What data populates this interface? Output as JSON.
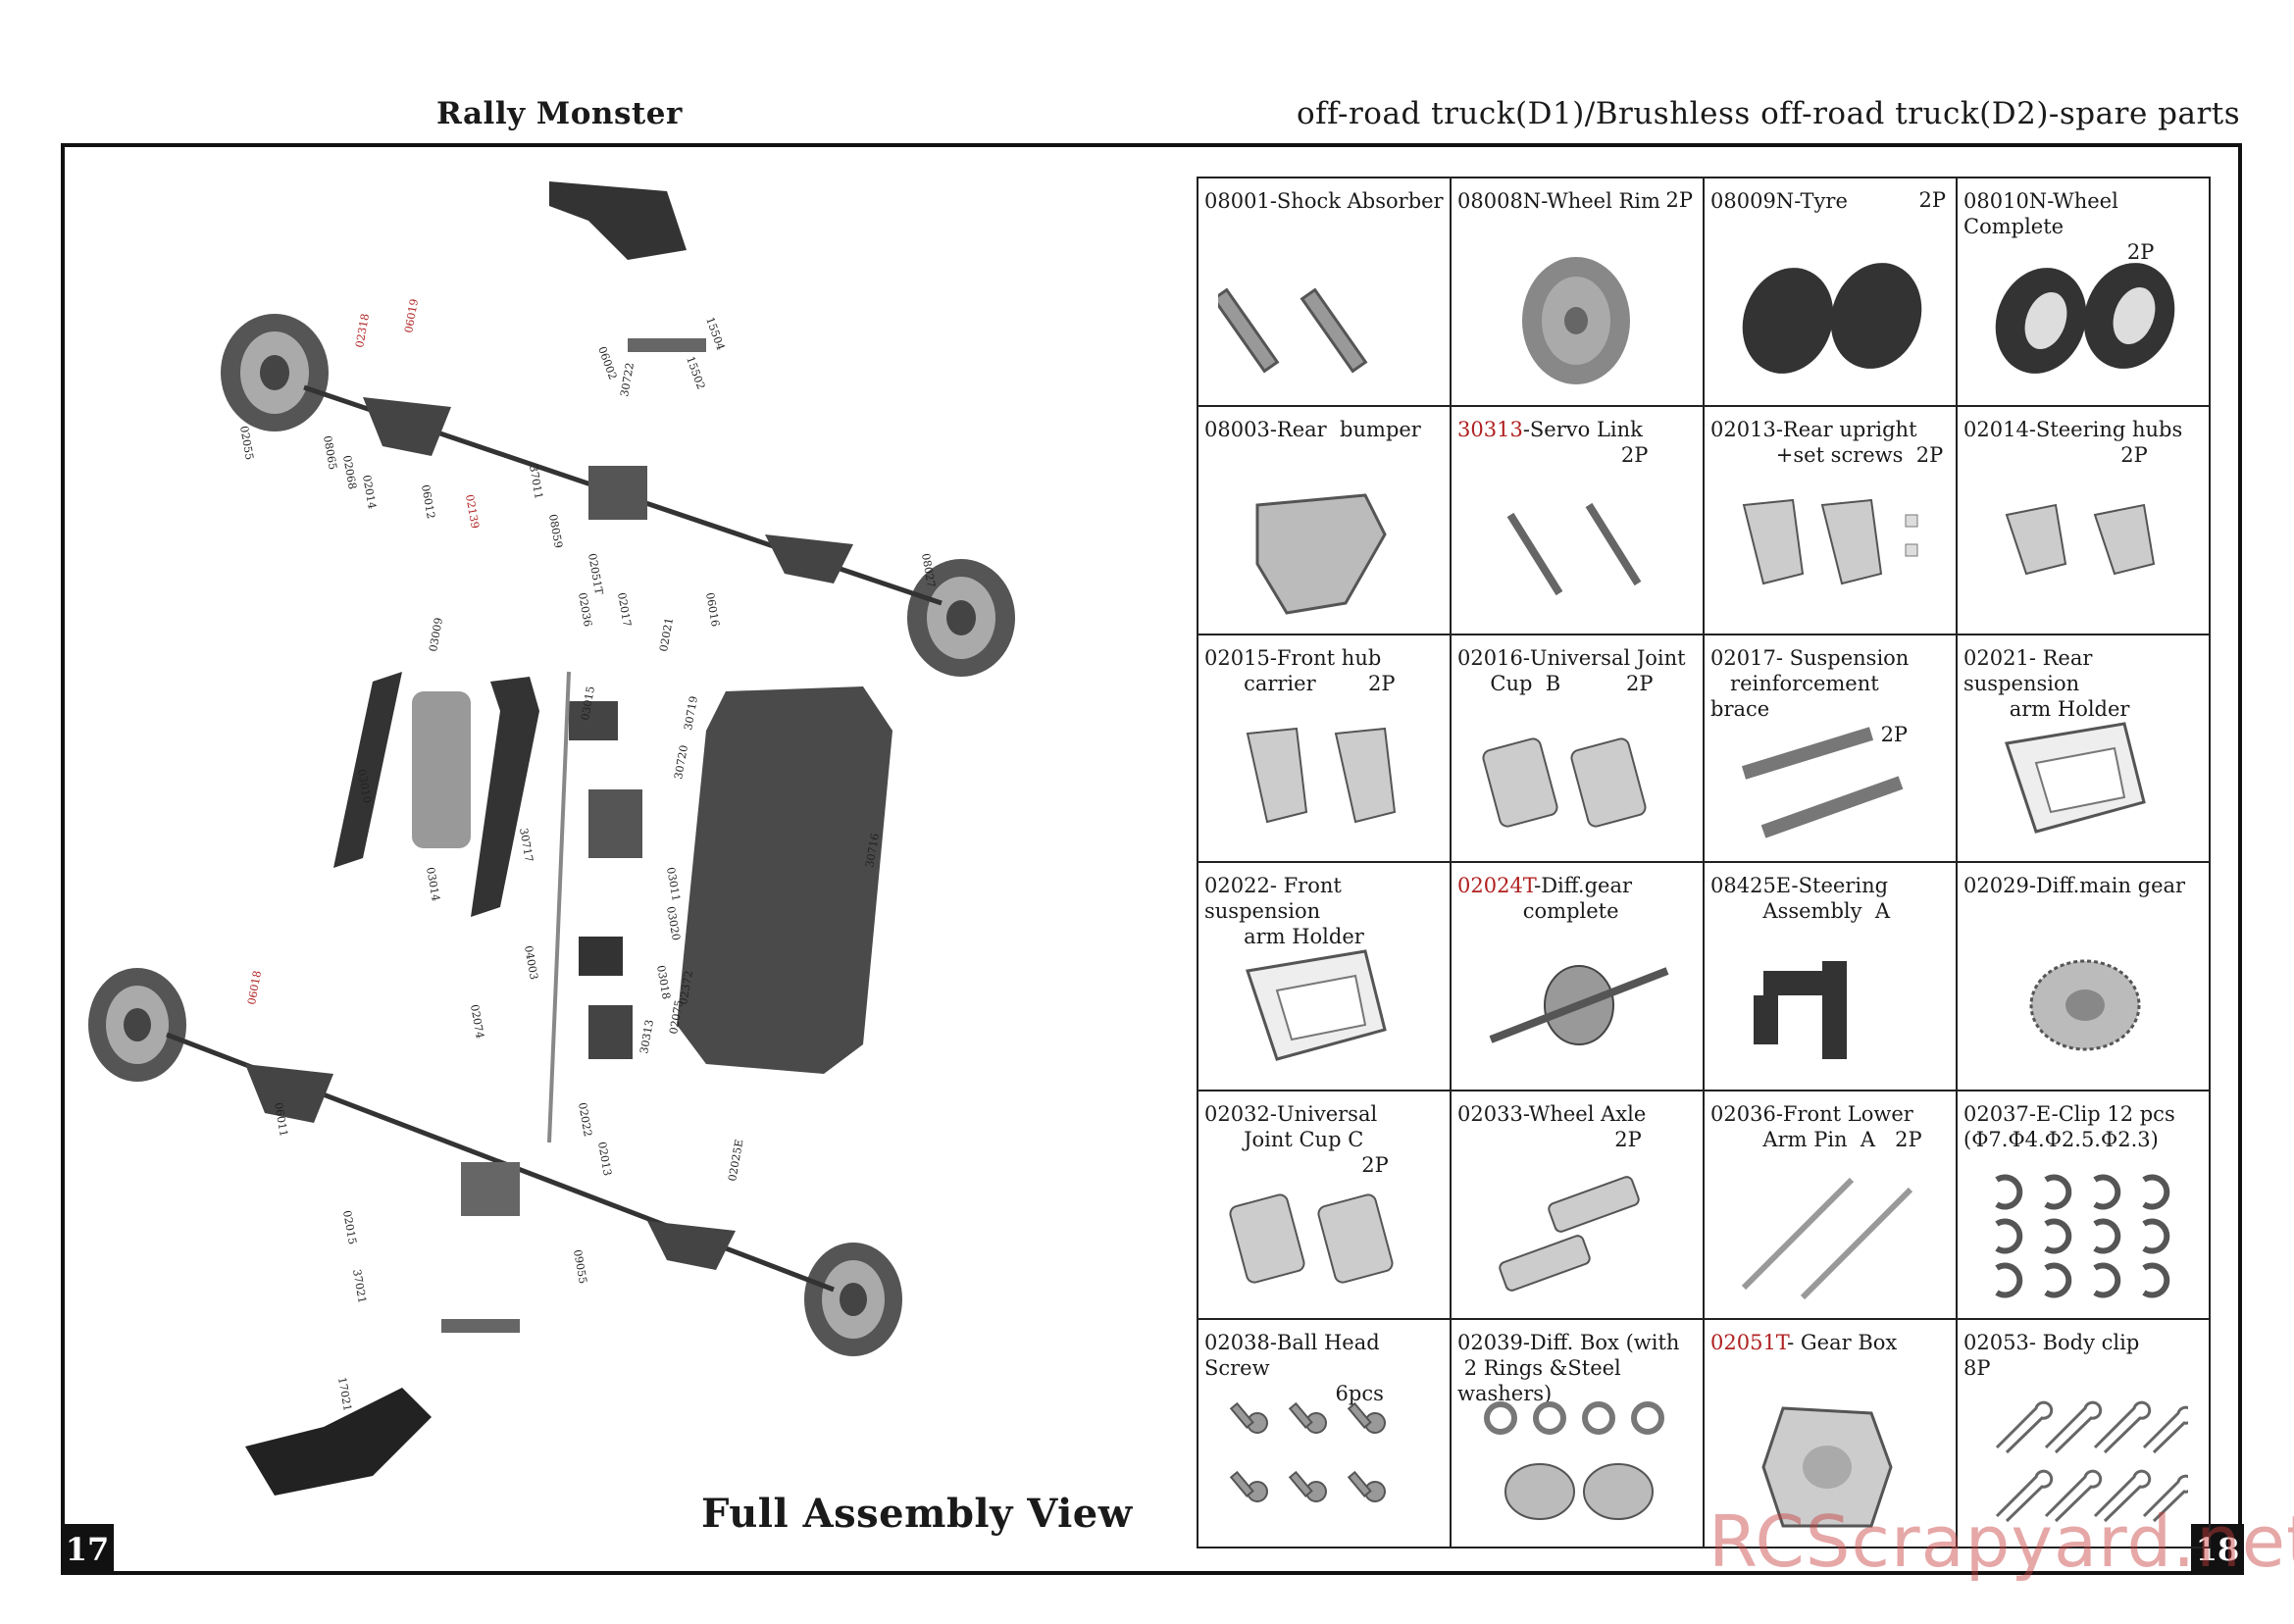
{
  "header": {
    "left_title": "Rally Monster",
    "right_title": "off-road truck(D1)/Brushless off-road truck(D2)-spare parts"
  },
  "assembly": {
    "title": "Full Assembly View",
    "callouts": [
      {
        "text": "15504",
        "red": false
      },
      {
        "text": "15502",
        "red": false
      },
      {
        "text": "06002",
        "red": false
      },
      {
        "text": "06019",
        "red": true
      },
      {
        "text": "02318",
        "red": true
      },
      {
        "text": "02055",
        "red": false
      },
      {
        "text": "08065",
        "red": false
      },
      {
        "text": "02068",
        "red": false
      },
      {
        "text": "02014",
        "red": false
      },
      {
        "text": "06012",
        "red": false
      },
      {
        "text": "02139",
        "red": true
      },
      {
        "text": "37011",
        "red": false
      },
      {
        "text": "08059",
        "red": false
      },
      {
        "text": "02051T",
        "red": false
      },
      {
        "text": "02036",
        "red": false
      },
      {
        "text": "02017",
        "red": false
      },
      {
        "text": "06016",
        "red": false
      },
      {
        "text": "08027",
        "red": false
      },
      {
        "text": "03009",
        "red": false
      },
      {
        "text": "03010",
        "red": false
      },
      {
        "text": "03014",
        "red": false
      },
      {
        "text": "30716",
        "red": false
      },
      {
        "text": "30717",
        "red": false
      },
      {
        "text": "30719",
        "red": false
      },
      {
        "text": "30720",
        "red": false
      },
      {
        "text": "03011",
        "red": false
      },
      {
        "text": "03020",
        "red": false
      },
      {
        "text": "03018",
        "red": false
      },
      {
        "text": "03015",
        "red": false
      },
      {
        "text": "04003",
        "red": false
      },
      {
        "text": "02074",
        "red": false
      },
      {
        "text": "02372",
        "red": false
      },
      {
        "text": "02075",
        "red": false
      },
      {
        "text": "30313",
        "red": false
      },
      {
        "text": "06018",
        "red": true
      },
      {
        "text": "06011",
        "red": false
      },
      {
        "text": "02025E",
        "red": false
      },
      {
        "text": "02015",
        "red": false
      },
      {
        "text": "37021",
        "red": false
      },
      {
        "text": "17021",
        "red": false
      },
      {
        "text": "02022",
        "red": false
      },
      {
        "text": "02013",
        "red": false
      },
      {
        "text": "09055",
        "red": false
      },
      {
        "text": "30722",
        "red": false
      },
      {
        "text": "02021",
        "red": false
      }
    ]
  },
  "page_numbers": {
    "left": "17",
    "right": "18"
  },
  "parts": [
    {
      "code": "08001",
      "name": "-Shock Absorber",
      "qty": "",
      "red": false,
      "icon": "shock-absorber"
    },
    {
      "code": "08008N",
      "name": "-Wheel Rim",
      "qty": "2P",
      "red": false,
      "icon": "wheel-rim"
    },
    {
      "code": "08009N",
      "name": "-Tyre",
      "qty": "2P",
      "red": false,
      "icon": "tyre"
    },
    {
      "code": "08010N",
      "name": "-Wheel Complete\n                         2P",
      "qty": "",
      "red": false,
      "icon": "wheel-complete"
    },
    {
      "code": "08003",
      "name": "-Rear  bumper",
      "qty": "",
      "red": false,
      "icon": "rear-bumper"
    },
    {
      "code": "30313",
      "name": "-Servo Link\n                         2P",
      "qty": "",
      "red": true,
      "icon": "servo-link"
    },
    {
      "code": "02013",
      "name": "-Rear upright\n          +set screws  2P",
      "qty": "",
      "red": false,
      "icon": "rear-upright"
    },
    {
      "code": "02014",
      "name": "-Steering hubs\n                        2P",
      "qty": "",
      "red": false,
      "icon": "steering-hub"
    },
    {
      "code": "02015",
      "name": "-Front hub\n      carrier        2P",
      "qty": "",
      "red": false,
      "icon": "front-hub-carrier"
    },
    {
      "code": "02016",
      "name": "-Universal Joint\n     Cup  B          2P",
      "qty": "",
      "red": false,
      "icon": "joint-cup"
    },
    {
      "code": "02017",
      "name": "- Suspension\n   reinforcement  brace\n                          2P",
      "qty": "",
      "red": false,
      "icon": "suspension-brace"
    },
    {
      "code": "02021",
      "name": "- Rear suspension\n       arm Holder",
      "qty": "",
      "red": false,
      "icon": "arm-holder"
    },
    {
      "code": "02022",
      "name": "- Front suspension\n      arm Holder",
      "qty": "",
      "red": false,
      "icon": "arm-holder"
    },
    {
      "code": "02024T",
      "name": "-Diff.gear\n          complete",
      "qty": "",
      "red": true,
      "icon": "diff-gear"
    },
    {
      "code": "08425E",
      "name": "-Steering\n        Assembly  A",
      "qty": "",
      "red": false,
      "icon": "steering-assembly"
    },
    {
      "code": "02029",
      "name": "-Diff.main gear",
      "qty": "",
      "red": false,
      "icon": "main-gear"
    },
    {
      "code": "02032",
      "name": "-Universal\n      Joint Cup C\n                        2P",
      "qty": "",
      "red": false,
      "icon": "joint-cup"
    },
    {
      "code": "02033",
      "name": "-Wheel Axle\n                        2P",
      "qty": "",
      "red": false,
      "icon": "wheel-axle"
    },
    {
      "code": "02036",
      "name": "-Front Lower\n        Arm Pin  A   2P",
      "qty": "",
      "red": false,
      "icon": "arm-pin"
    },
    {
      "code": "02037",
      "name": "-E-Clip 12 pcs\n(Φ7.Φ4.Φ2.5.Φ2.3)",
      "qty": "",
      "red": false,
      "icon": "e-clip"
    },
    {
      "code": "02038",
      "name": "-Ball Head Screw\n                    6pcs",
      "qty": "",
      "red": false,
      "icon": "ball-screw"
    },
    {
      "code": "02039",
      "name": "-Diff. Box (with\n 2 Rings &Steel washers)",
      "qty": "",
      "red": false,
      "icon": "diff-box"
    },
    {
      "code": "02051T",
      "name": "- Gear Box",
      "qty": "",
      "red": true,
      "icon": "gear-box"
    },
    {
      "code": "02053",
      "name": "- Body clip      8P",
      "qty": "",
      "red": false,
      "icon": "body-clip"
    }
  ],
  "watermark": "RCScrapyard.net"
}
